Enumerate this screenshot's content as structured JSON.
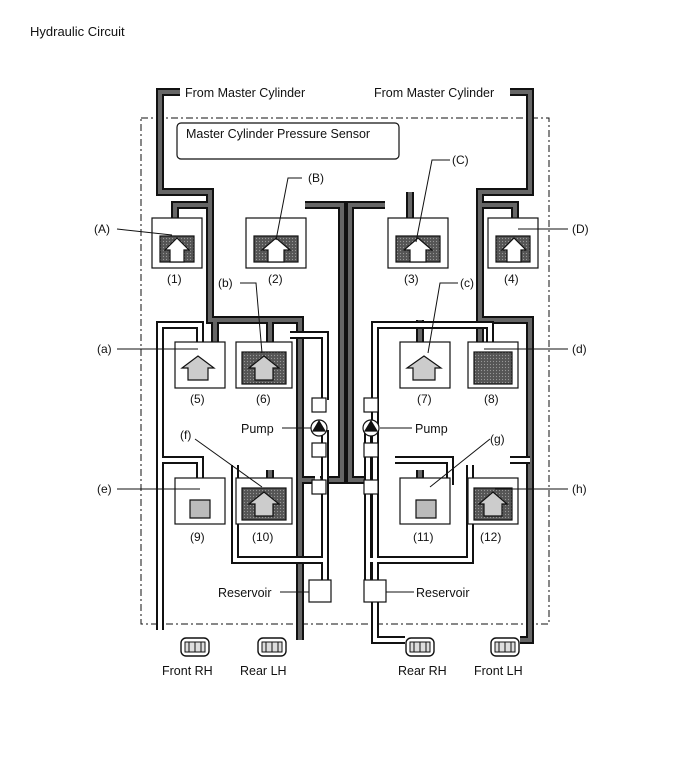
{
  "title": "Hydraulic Circuit",
  "inputs": {
    "left": "From Master Cylinder",
    "right": "From Master Cylinder"
  },
  "sensor": "Master Cylinder Pressure Sensor",
  "callouts": {
    "A": "(A)",
    "B": "(B)",
    "C": "(C)",
    "D": "(D)",
    "a": "(a)",
    "b": "(b)",
    "c": "(c)",
    "d": "(d)",
    "e": "(e)",
    "f": "(f)",
    "g": "(g)",
    "h": "(h)"
  },
  "valves": [
    "(1)",
    "(2)",
    "(3)",
    "(4)",
    "(5)",
    "(6)",
    "(7)",
    "(8)",
    "(9)",
    "(10)",
    "(11)",
    "(12)"
  ],
  "pump_left": "Pump",
  "pump_right": "Pump",
  "reservoir_left": "Reservoir",
  "reservoir_right": "Reservoir",
  "wheels": {
    "front_rh": "Front RH",
    "rear_lh": "Rear LH",
    "rear_rh": "Rear RH",
    "front_lh": "Front LH"
  },
  "colors": {
    "pressurized_fluid": "#555555",
    "low_pressure_fluid": "#ffffff",
    "outline": "#111111"
  }
}
